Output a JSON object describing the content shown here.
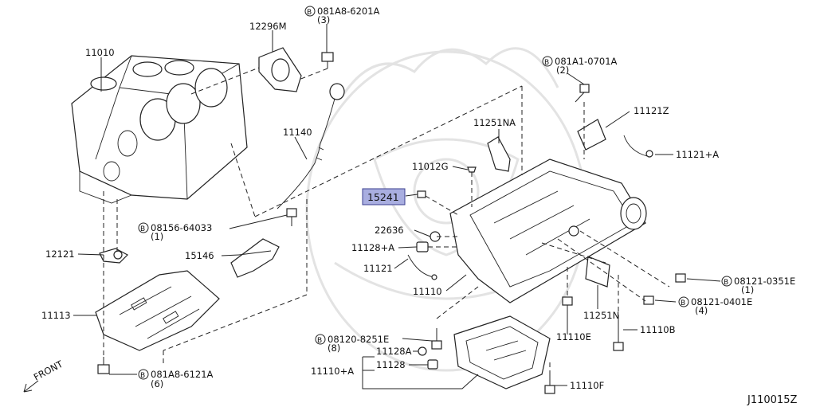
{
  "diagram_code": "J110015Z",
  "front_label": "FRONT",
  "callouts": {
    "p11010": "11010",
    "p12296m": "12296M",
    "b081a8_6201a": "081A8-6201A",
    "b081a8_6201a_qty": "(3)",
    "p11140": "11140",
    "b08156_64033": "08156-64033",
    "b08156_64033_qty": "(1)",
    "p12121": "12121",
    "p15146": "15146",
    "p11113": "11113",
    "b081a8_6121a": "081A8-6121A",
    "b081a8_6121a_qty": "(6)",
    "b081a1_0701a": "081A1-0701A",
    "b081a1_0701a_qty": "(2)",
    "p11121z": "11121Z",
    "p11251na": "11251NA",
    "p11121a": "11121+A",
    "p11012g": "11012G",
    "p15241": "15241",
    "p22636": "22636",
    "p11128a": "11128+A",
    "p11121": "11121",
    "p11110": "11110",
    "b08121_0351e": "08121-0351E",
    "b08121_0351e_qty": "(1)",
    "b08121_0401e": "08121-0401E",
    "b08121_0401e_qty": "(4)",
    "p11251n": "11251N",
    "p11110b": "11110B",
    "p11110e": "11110E",
    "b08120_8251e": "08120-8251E",
    "b08120_8251e_qty": "(8)",
    "p11128a_cap": "11128A",
    "p11128": "11128",
    "p11110a": "11110+A",
    "p11110f": "11110F"
  },
  "bolt_marker": "B",
  "highlight_color": "#a9aee0"
}
